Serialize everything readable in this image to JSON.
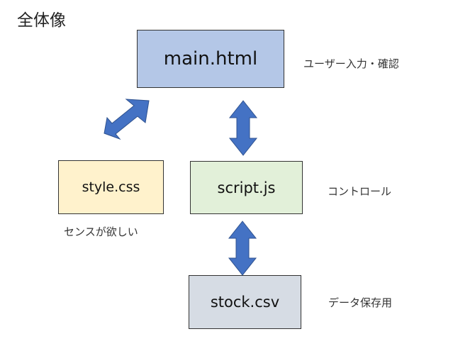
{
  "title": "全体像",
  "nodes": {
    "main": {
      "label": "main.html",
      "note": "ユーザー入力・確認",
      "fill": "#b4c7e7"
    },
    "style": {
      "label": "style.css",
      "note": "センスが欲しい",
      "fill": "#fff2cc"
    },
    "script": {
      "label": "script.js",
      "note": "コントロール",
      "fill": "#e2f0d9"
    },
    "stock": {
      "label": "stock.csv",
      "note": "データ保存用",
      "fill": "#d6dce4"
    }
  },
  "colors": {
    "arrow_fill": "#4472c4",
    "arrow_stroke": "#2f528f"
  }
}
